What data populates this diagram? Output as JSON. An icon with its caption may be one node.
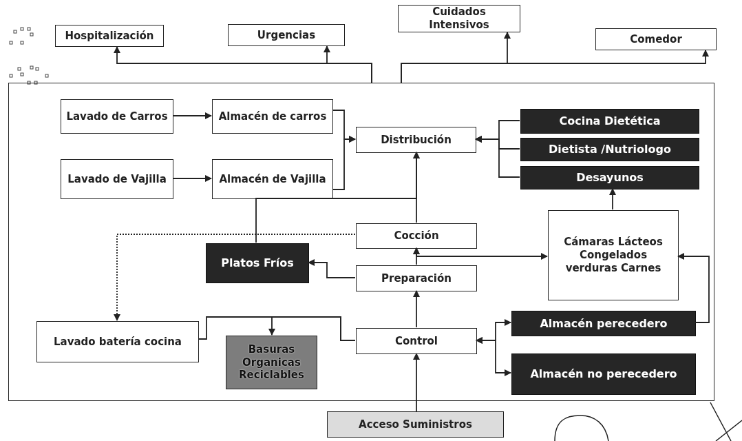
{
  "diagram": {
    "nodes": [
      {
        "text": [
          "Hospitalización"
        ]
      },
      {
        "text": [
          "Urgencias"
        ]
      },
      {
        "text": [
          "Cuidados Intensivos"
        ]
      },
      {
        "text": [
          "Comedor"
        ]
      },
      {
        "text": [],
        "shape": "box"
      },
      {
        "text": [
          "Lavado de Carros"
        ],
        "in": 4
      },
      {
        "text": [
          "Almacén de carros"
        ],
        "in": 4
      },
      {
        "text": [
          "Lavado de Vajilla"
        ],
        "in": 4
      },
      {
        "text": [
          "Almacén de Vajilla"
        ],
        "in": 4
      },
      {
        "text": [
          "Distribución"
        ],
        "in": 4
      },
      {
        "text": [
          "Cocina Dietética"
        ],
        "in": 4
      },
      {
        "text": [
          "Dietista /Nutriologo"
        ],
        "in": 4
      },
      {
        "text": [
          "Desayunos"
        ],
        "in": 4
      },
      {
        "text": [
          "Cocción"
        ],
        "in": 4
      },
      {
        "text": [
          "Platos Fríos"
        ],
        "in": 4
      },
      {
        "text": [
          "Preparación"
        ],
        "in": 4
      },
      {
        "text": [
          "Cámaras Lácteos Congelados verduras Carnes"
        ],
        "in": 4
      },
      {
        "text": [
          "Lavado batería cocina"
        ],
        "in": 4
      },
      {
        "text": [
          "Basuras Organicas Reciclables"
        ],
        "in": 4
      },
      {
        "text": [
          "Control"
        ],
        "in": 4
      },
      {
        "text": [
          "Almacén perecedero"
        ],
        "in": 4
      },
      {
        "text": [
          "Almacén no perecedero"
        ],
        "in": 4
      },
      {
        "text": [
          "Acceso Suministros"
        ]
      }
    ],
    "edges": [
      {
        "from": 4,
        "to": 0,
        "arrow": "to"
      },
      {
        "from": 4,
        "to": 1,
        "arrow": "to"
      },
      {
        "from": 4,
        "to": 2,
        "arrow": "to"
      },
      {
        "from": 4,
        "to": 3,
        "arrow": "to"
      },
      {
        "from": 5,
        "to": 6,
        "arrow": "to"
      },
      {
        "from": 7,
        "to": 8,
        "arrow": "to"
      },
      {
        "from": 6,
        "to": 9,
        "arrow": "to"
      },
      {
        "from": 8,
        "to": 9,
        "arrow": "to"
      },
      {
        "from": 10,
        "to": 9,
        "arrow": "to"
      },
      {
        "from": 11,
        "to": 9,
        "arrow": "to"
      },
      {
        "from": 12,
        "to": 9,
        "arrow": "to"
      },
      {
        "from": 13,
        "to": 9,
        "arrow": "to"
      },
      {
        "from": 14,
        "to": 9,
        "arrow": "to"
      },
      {
        "from": 13,
        "to": 17,
        "arrow": "to",
        "style": "dashed"
      },
      {
        "from": 15,
        "to": 14,
        "arrow": "to"
      },
      {
        "from": 15,
        "to": 13,
        "arrow": "to"
      },
      {
        "from": 16,
        "to": 13,
        "arrow": "both"
      },
      {
        "from": 16,
        "to": 12,
        "arrow": "to"
      },
      {
        "from": 19,
        "to": 15,
        "arrow": "to"
      },
      {
        "from": 22,
        "to": 19,
        "arrow": "to"
      },
      {
        "from": 19,
        "to": 17,
        "arrow": "none"
      },
      {
        "from": 19,
        "to": 18,
        "arrow": "to"
      },
      {
        "from": 19,
        "to": 20,
        "arrow": "both"
      },
      {
        "from": 19,
        "to": 21,
        "arrow": "both"
      },
      {
        "from": 20,
        "to": 16,
        "arrow": "to"
      }
    ]
  }
}
